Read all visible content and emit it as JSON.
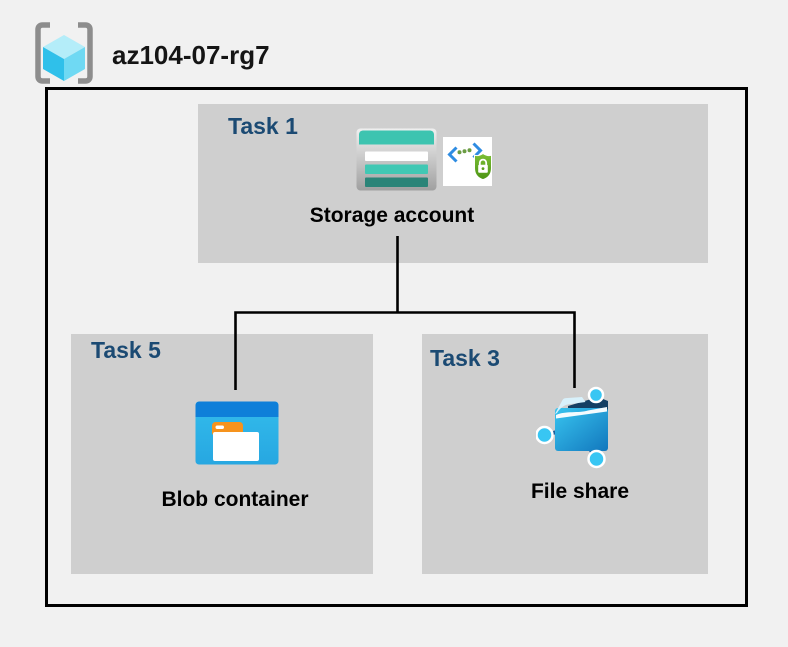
{
  "header": {
    "icon": "resource-group-icon",
    "title": "az104-07-rg7"
  },
  "boxes": {
    "task1": {
      "label": "Task 1",
      "item": "Storage account",
      "icons": [
        "storage-account-icon",
        "sas-lock-icon"
      ]
    },
    "task5": {
      "label": "Task 5",
      "item": "Blob container",
      "icons": [
        "blob-container-icon"
      ]
    },
    "task3": {
      "label": "Task 3",
      "item": "File share",
      "icons": [
        "file-share-icon"
      ]
    }
  },
  "connections": [
    {
      "from": "Storage account",
      "to": "Blob container"
    },
    {
      "from": "Storage account",
      "to": "File share"
    }
  ],
  "colors": {
    "background": "#f1f1f1",
    "task_box_fill": "#cfcfcf",
    "task_label": "#1b4a73",
    "item_label": "#000000",
    "outer_border": "#000000",
    "connector": "#000000",
    "bracket_gray": "#8d8d8d",
    "cube_top": "#b4edf9",
    "cube_left": "#2fc0ea",
    "cube_right": "#6fd9f3",
    "storage_teal": "#3dc4b0",
    "storage_teal_mid": "#41c8b4",
    "storage_teal_dark": "#2b8478",
    "chevron_blue": "#2e8ce2",
    "shield_green": "#63ab27",
    "blob_top_blue": "#0e7fd9",
    "blob_body_cyan": "#30b9ea",
    "folder_tab_orange": "#f6931d",
    "fileshare_dark_navy": "#143f63",
    "fileshare_body_blue": "#2397d6",
    "node_cyan": "#38c6f3"
  }
}
